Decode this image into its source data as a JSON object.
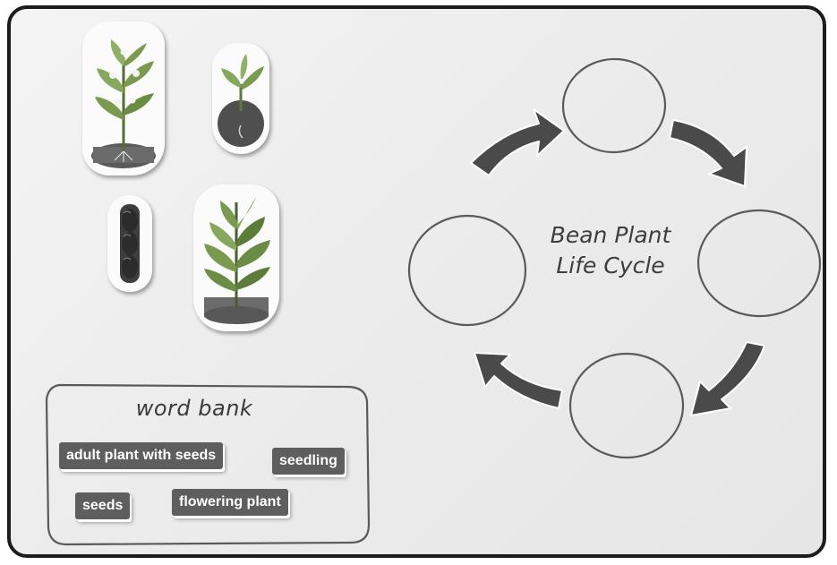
{
  "cycle": {
    "title_line1": "Bean Plant",
    "title_line2": "Life Cycle"
  },
  "word_bank": {
    "title": "word bank",
    "words": [
      "adult plant with seeds",
      "seedling",
      "seeds",
      "flowering plant"
    ]
  },
  "colors": {
    "board_border": "#1c1c1c",
    "arrow": "#4a4a4a",
    "word_card": "#5e5e5e"
  }
}
